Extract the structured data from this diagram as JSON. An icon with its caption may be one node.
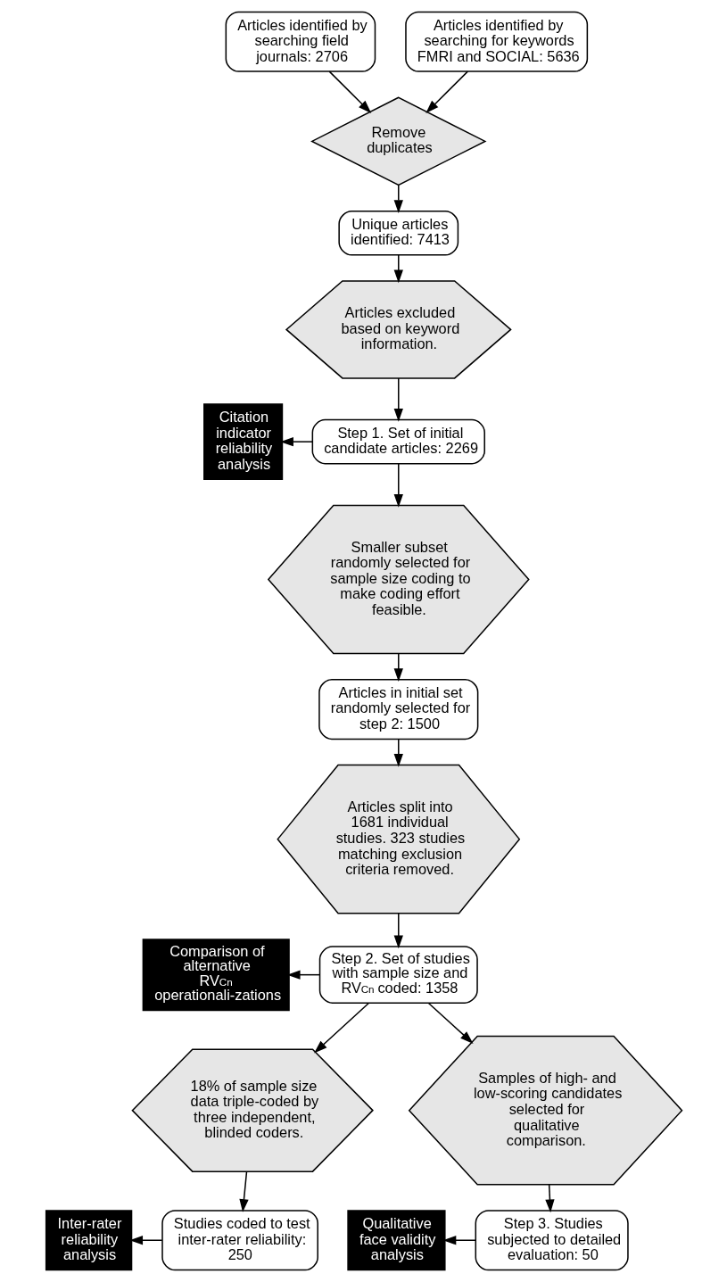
{
  "diagram": {
    "nodes": [
      {
        "text": [
          "Articles identified by searching field journals: 2706"
        ]
      },
      {
        "text": [
          "Articles identified by searching for keywords FMRI and SOCIAL: 5636"
        ]
      },
      {
        "text": [
          "Remove duplicates"
        ]
      },
      {
        "text": [
          "Unique articles identified: 7413"
        ]
      },
      {
        "text": [
          "Articles excluded based on keyword information."
        ]
      },
      {
        "text": [
          "Citation indicator reliability analysis"
        ]
      },
      {
        "text": [
          "Step 1. Set of initial candidate articles: 2269"
        ]
      },
      {
        "text": [
          "Smaller subset randomly selected for sample size coding to make coding effort feasible."
        ]
      },
      {
        "text": [
          "Articles in initial set randomly selected for step 2: 1500"
        ]
      },
      {
        "text": [
          "Articles split into 1681 individual studies. 323 studies matching exclusion criteria removed."
        ]
      },
      {
        "text": [
          "Comparison of alternative RV$_{Cn}$ operationali-zations"
        ]
      },
      {
        "text": [
          "Step 2. Set of studies with sample size and RV$_{Cn}$ coded: 1358"
        ]
      },
      {
        "text": [
          "18% of sample size data triple-coded by three independent, blinded coders."
        ]
      },
      {
        "text": [
          "Inter-rater reliability analysis"
        ]
      },
      {
        "text": [
          "Studies coded to test inter-rater reliability: 250"
        ]
      },
      {
        "text": [
          "Samples of high- and low-scoring candidates selected for qualitative comparison."
        ]
      },
      {
        "text": [
          "Qualitative face validity analysis"
        ]
      },
      {
        "text": [
          "Step 3. Studies subjected to detailed evaluation: 50"
        ]
      }
    ],
    "edges": [
      {
        "from": 0,
        "to": 2,
        "arrow": "to"
      },
      {
        "from": 1,
        "to": 2,
        "arrow": "to"
      },
      {
        "from": 2,
        "to": 3,
        "arrow": "to"
      },
      {
        "from": 3,
        "to": 4,
        "arrow": "to"
      },
      {
        "from": 4,
        "to": 6,
        "arrow": "to"
      },
      {
        "from": 6,
        "to": 5,
        "arrow": "to"
      },
      {
        "from": 6,
        "to": 7,
        "arrow": "to"
      },
      {
        "from": 7,
        "to": 8,
        "arrow": "to"
      },
      {
        "from": 8,
        "to": 9,
        "arrow": "to"
      },
      {
        "from": 9,
        "to": 11,
        "arrow": "to"
      },
      {
        "from": 11,
        "to": 10,
        "arrow": "to"
      },
      {
        "from": 11,
        "to": 12,
        "arrow": "to"
      },
      {
        "from": 12,
        "to": 14,
        "arrow": "to"
      },
      {
        "from": 14,
        "to": 13,
        "arrow": "to"
      },
      {
        "from": 11,
        "to": 15,
        "arrow": "to"
      },
      {
        "from": 15,
        "to": 17,
        "arrow": "to"
      },
      {
        "from": 17,
        "to": 16,
        "arrow": "to"
      }
    ]
  }
}
